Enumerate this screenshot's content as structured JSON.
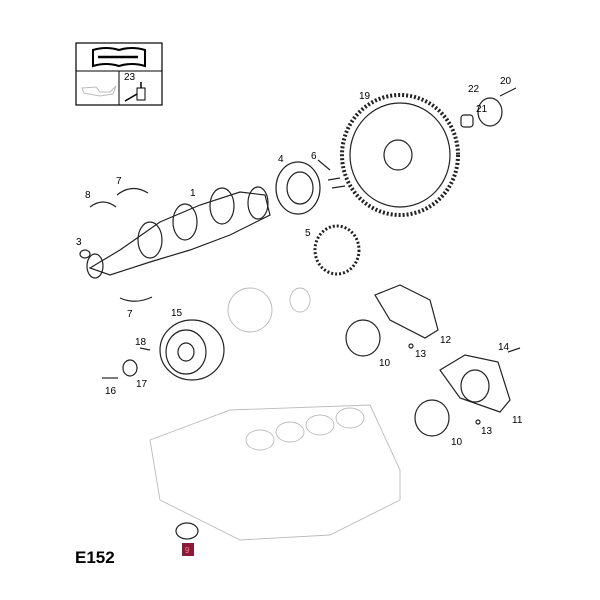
{
  "diagram_code": "E152",
  "legend_box": {
    "part_number": "23",
    "icon_top": "repair-manual-wrench-icon",
    "icon_left": "oil-can-icon",
    "icon_right": "sealant-tube-icon"
  },
  "highlight_color": "#8b1a3a",
  "parts": {
    "p1": "1",
    "p3": "3",
    "p4": "4",
    "p5": "5",
    "p6": "6",
    "p7a": "7",
    "p7b": "7",
    "p8": "8",
    "p9": "9",
    "p10a": "10",
    "p10b": "10",
    "p11": "11",
    "p12": "12",
    "p13a": "13",
    "p13b": "13",
    "p14": "14",
    "p15": "15",
    "p16": "16",
    "p17": "17",
    "p18": "18",
    "p19": "19",
    "p20": "20",
    "p21": "21",
    "p22": "22"
  }
}
